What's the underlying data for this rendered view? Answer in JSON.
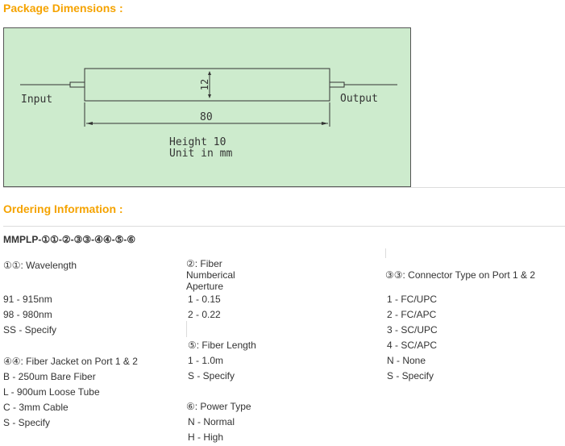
{
  "package": {
    "title": "Package Dimensions :",
    "diagram": {
      "input": "Input",
      "output": "Output",
      "width_dim": "12",
      "length_dim": "80",
      "height_note": "Height 10",
      "unit_note": "Unit in mm"
    }
  },
  "ordering": {
    "title": "Ordering Information :",
    "part_number": "MMPLP-①①-②-③③-④④-⑤-⑥",
    "col1": {
      "header": "①①: Wavelength",
      "items": [
        "91 - 915nm",
        "98 - 980nm",
        "SS - Specify"
      ],
      "header2": "④④: Fiber Jacket on Port 1 & 2",
      "items2": [
        "B - 250um Bare Fiber",
        "L - 900um Loose Tube",
        "C - 3mm Cable",
        "S - Specify"
      ]
    },
    "col2": {
      "header_lines": [
        "②: Fiber",
        "Numberical",
        "Aperture"
      ],
      "items": [
        "1 - 0.15",
        "2 - 0.22"
      ],
      "header2": "⑤: Fiber Length",
      "items2": [
        "1 - 1.0m",
        "S - Specify"
      ],
      "header3": "⑥: Power Type",
      "items3": [
        "N - Normal",
        "H - High"
      ]
    },
    "col3": {
      "header": "③③: Connector Type on Port 1 & 2",
      "items": [
        "1 - FC/UPC",
        "2 - FC/APC",
        "3 - SC/UPC",
        "4 - SC/APC",
        "N - None",
        "S - Specify"
      ]
    }
  }
}
